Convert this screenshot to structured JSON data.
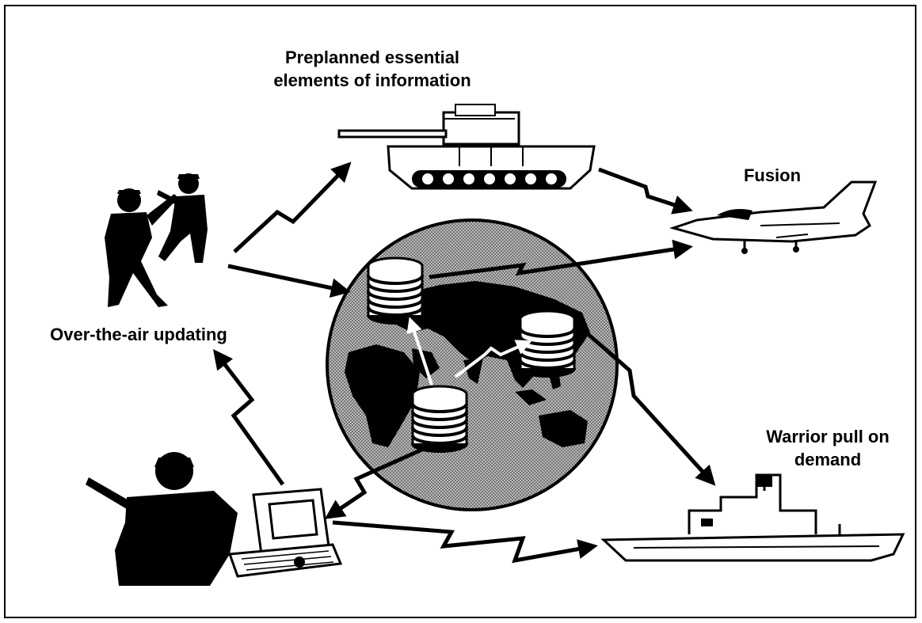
{
  "labels": {
    "preplanned": "Preplanned essential\nelements of information",
    "fusion": "Fusion",
    "over_the_air": "Over-the-air updating",
    "warrior_pull": "Warrior pull on\ndemand"
  },
  "nodes": [
    {
      "id": "tank",
      "icon": "tank-icon"
    },
    {
      "id": "jet",
      "icon": "fighter-jet-icon"
    },
    {
      "id": "soldiers",
      "icon": "soldiers-icon"
    },
    {
      "id": "globe",
      "icon": "globe-icon"
    },
    {
      "id": "soldier",
      "icon": "soldier-icon"
    },
    {
      "id": "laptop",
      "icon": "laptop-icon"
    },
    {
      "id": "ship",
      "icon": "ship-icon"
    }
  ],
  "colors": {
    "ink": "#000000",
    "paper": "#ffffff",
    "globe": "#8c8c8c"
  }
}
